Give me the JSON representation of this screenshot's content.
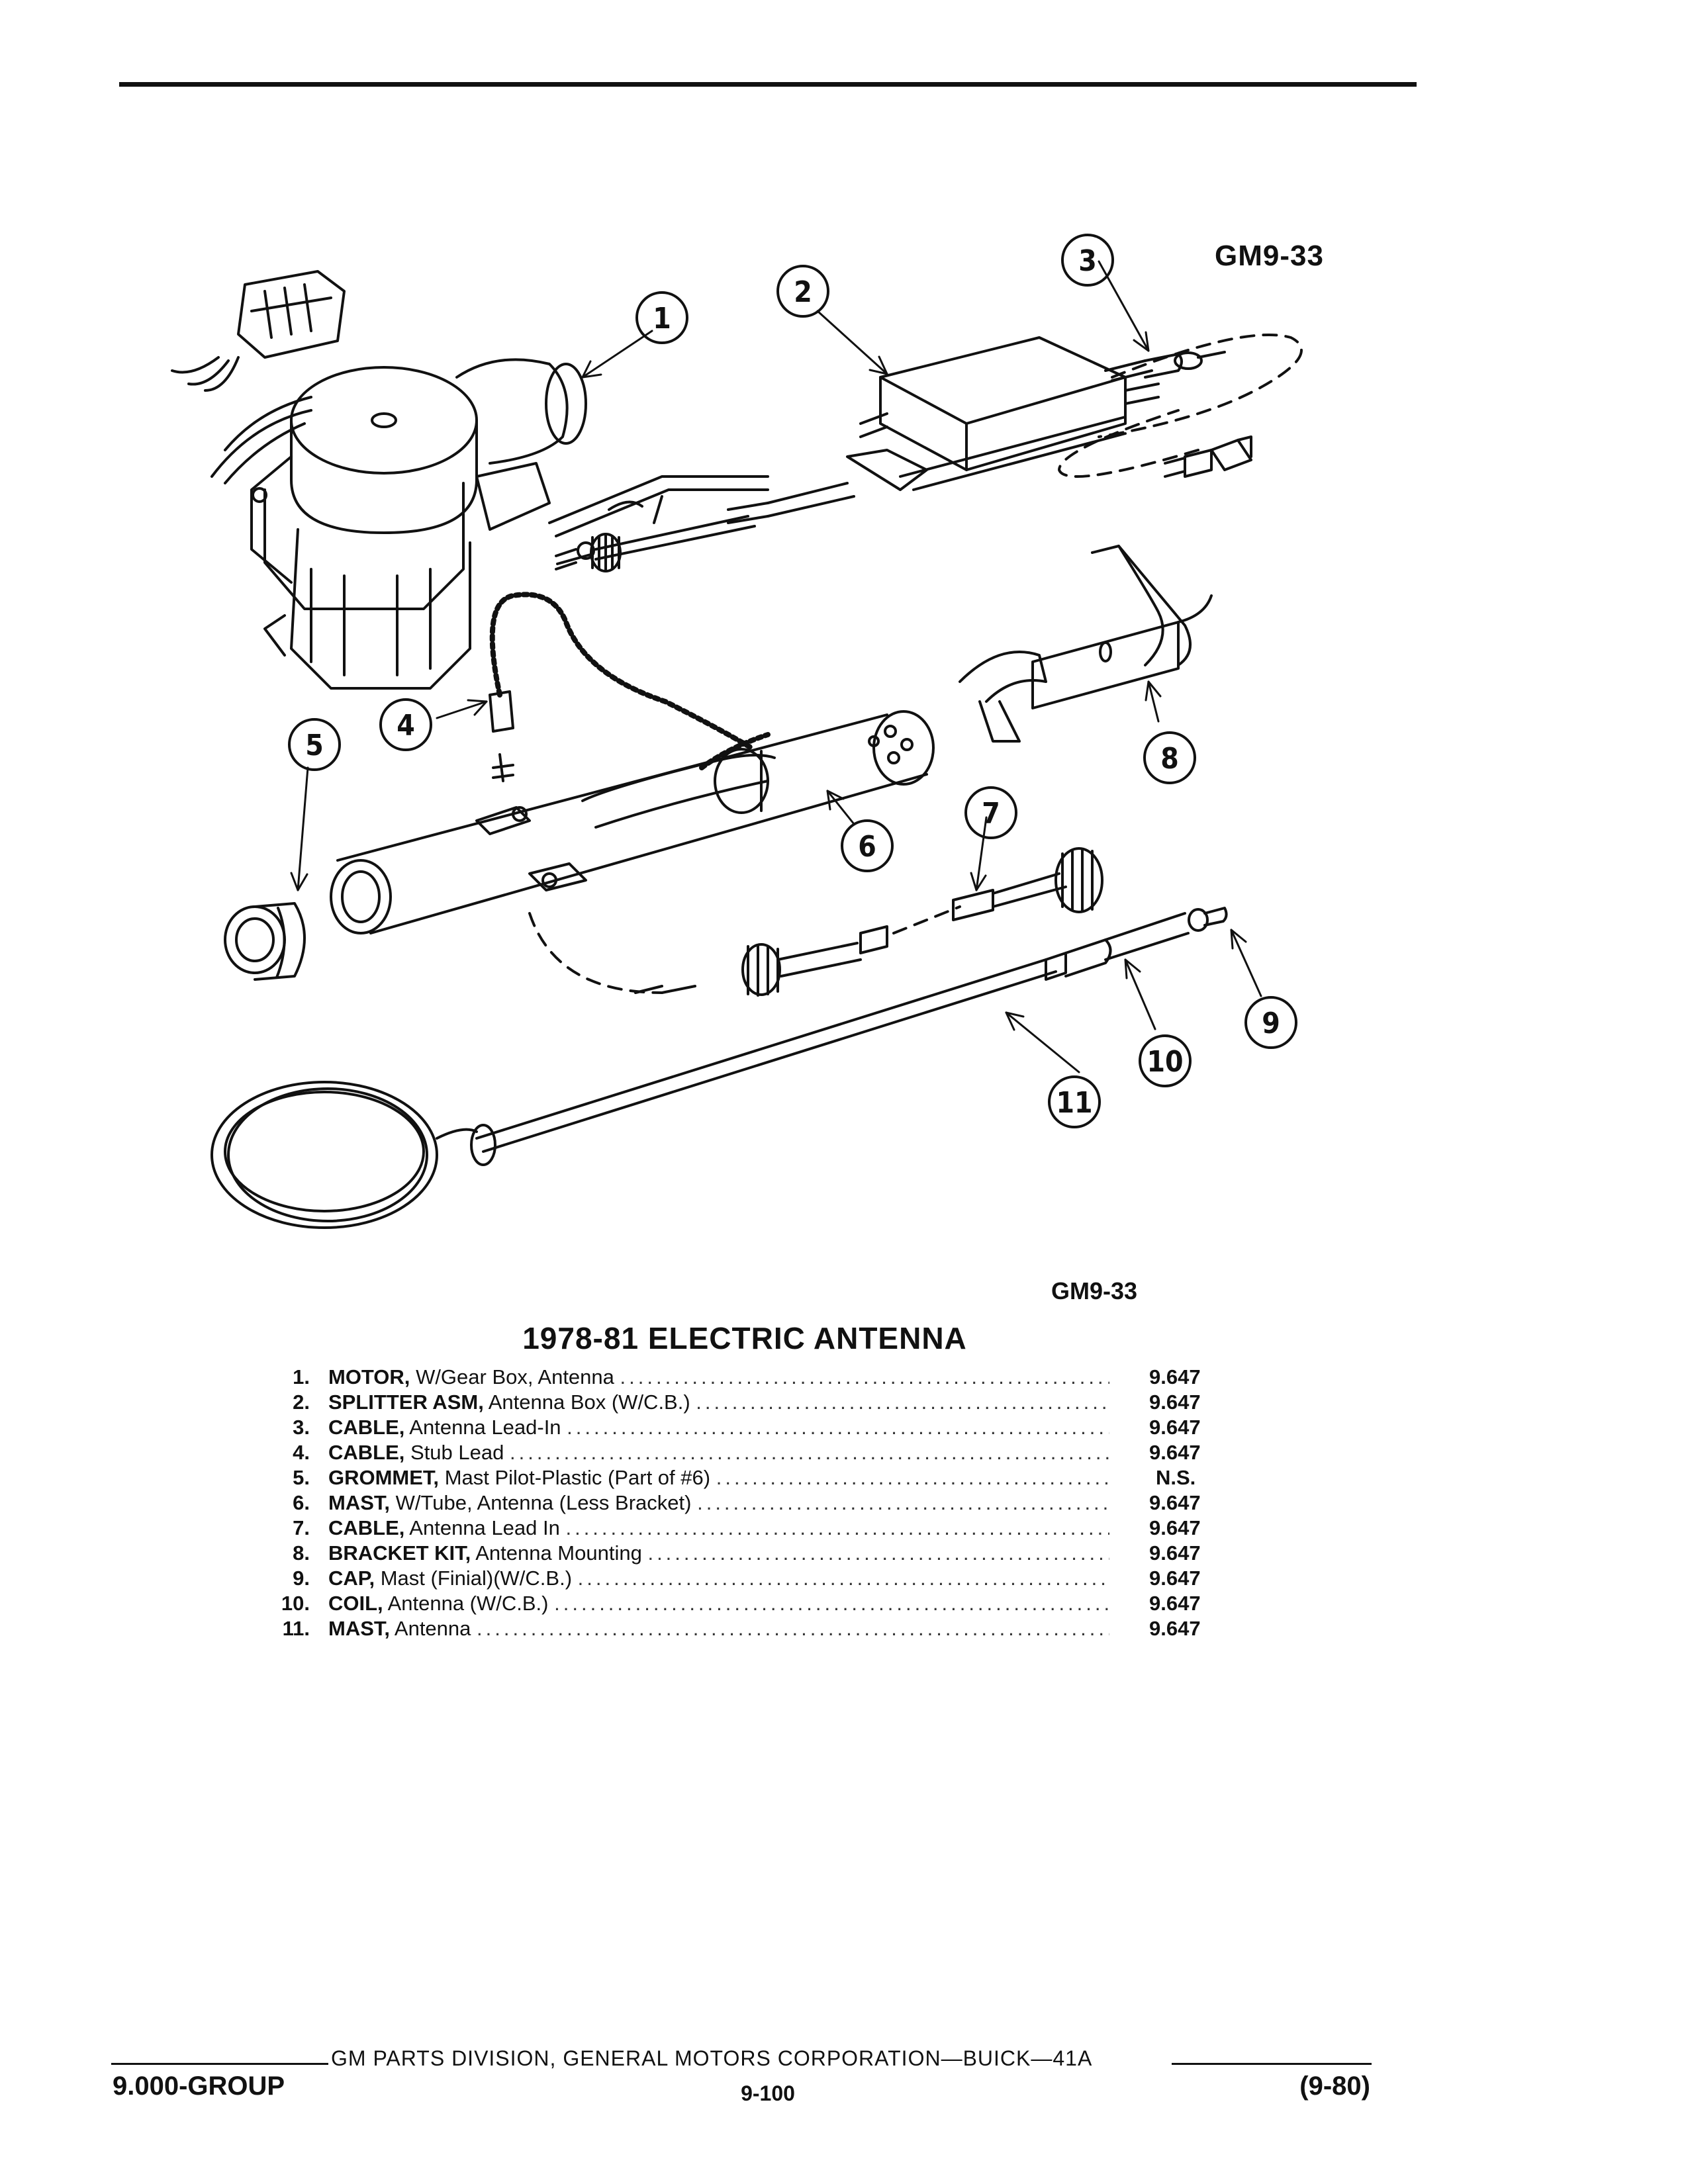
{
  "figure": {
    "code_top": "GM9-33",
    "code_bottom": "GM9-33",
    "callouts": [
      "1",
      "2",
      "3",
      "4",
      "5",
      "6",
      "7",
      "8",
      "9",
      "10",
      "11"
    ]
  },
  "section_title": "1978-81 ELECTRIC ANTENNA",
  "parts": [
    {
      "num": "1.",
      "name": "MOTOR,",
      "desc": "W/Gear Box, Antenna",
      "group": "9.647"
    },
    {
      "num": "2.",
      "name": "SPLITTER ASM,",
      "desc": "Antenna Box (W/C.B.)",
      "group": "9.647"
    },
    {
      "num": "3.",
      "name": "CABLE,",
      "desc": "Antenna Lead-In",
      "group": "9.647"
    },
    {
      "num": "4.",
      "name": "CABLE,",
      "desc": "Stub Lead",
      "group": "9.647"
    },
    {
      "num": "5.",
      "name": "GROMMET,",
      "desc": "Mast Pilot-Plastic (Part of #6)",
      "group": "N.S."
    },
    {
      "num": "6.",
      "name": "MAST,",
      "desc": "W/Tube, Antenna (Less Bracket)",
      "group": "9.647"
    },
    {
      "num": "7.",
      "name": "CABLE,",
      "desc": "Antenna Lead In",
      "group": "9.647"
    },
    {
      "num": "8.",
      "name": "BRACKET KIT,",
      "desc": "Antenna Mounting",
      "group": "9.647"
    },
    {
      "num": "9.",
      "name": "CAP,",
      "desc": "Mast (Finial)(W/C.B.)",
      "group": "9.647"
    },
    {
      "num": "10.",
      "name": "COIL,",
      "desc": "Antenna (W/C.B.)",
      "group": "9.647"
    },
    {
      "num": "11.",
      "name": "MAST,",
      "desc": "Antenna",
      "group": "9.647"
    }
  ],
  "footer": {
    "corporation": "GM PARTS DIVISION, GENERAL MOTORS CORPORATION—BUICK—41A",
    "group": "9.000-GROUP",
    "page": "9-100",
    "date": "(9-80)"
  }
}
